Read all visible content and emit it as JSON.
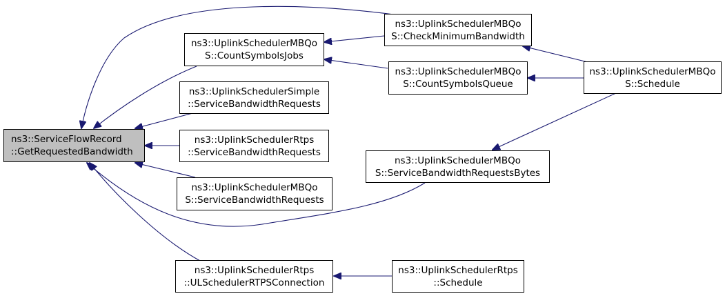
{
  "diagram": {
    "colors": {
      "edge": "#191970",
      "node_border": "#000000",
      "root_fill": "#bfbfbf",
      "node_fill": "#ffffff"
    },
    "nodes": {
      "root": {
        "line1": "ns3::ServiceFlowRecord",
        "line2": "::GetRequestedBandwidth"
      },
      "count_symbols_jobs": {
        "line1": "ns3::UplinkSchedulerMBQo",
        "line2": "S::CountSymbolsJobs"
      },
      "simple_sbr": {
        "line1": "ns3::UplinkSchedulerSimple",
        "line2": "::ServiceBandwidthRequests"
      },
      "rtps_sbr": {
        "line1": "ns3::UplinkSchedulerRtps",
        "line2": "::ServiceBandwidthRequests"
      },
      "mbqos_sbr": {
        "line1": "ns3::UplinkSchedulerMBQo",
        "line2": "S::ServiceBandwidthRequests"
      },
      "rtps_ulconn": {
        "line1": "ns3::UplinkSchedulerRtps",
        "line2": "::ULSchedulerRTPSConnection"
      },
      "check_min_bw": {
        "line1": "ns3::UplinkSchedulerMBQo",
        "line2": "S::CheckMinimumBandwidth"
      },
      "count_symbols_queue": {
        "line1": "ns3::UplinkSchedulerMBQo",
        "line2": "S::CountSymbolsQueue"
      },
      "sbr_bytes": {
        "line1": "ns3::UplinkSchedulerMBQo",
        "line2": "S::ServiceBandwidthRequestsBytes"
      },
      "rtps_schedule": {
        "line1": "ns3::UplinkSchedulerRtps",
        "line2": "::Schedule"
      },
      "mbqos_schedule": {
        "line1": "ns3::UplinkSchedulerMBQo",
        "line2": "S::Schedule"
      }
    }
  }
}
